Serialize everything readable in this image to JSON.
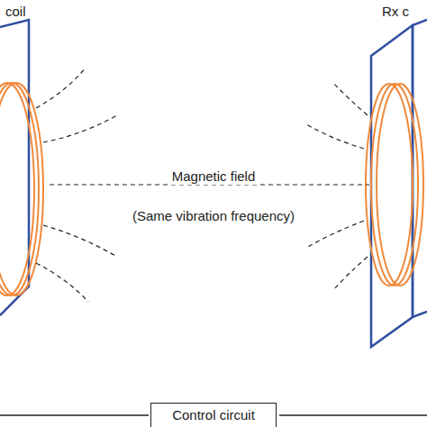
{
  "diagram": {
    "nodes": [
      {
        "text": [
          "Control circuit"
        ]
      }
    ],
    "labels": [
      "coil",
      "Rx c",
      "Magnetic field",
      "(Same vibration frequency)"
    ]
  }
}
